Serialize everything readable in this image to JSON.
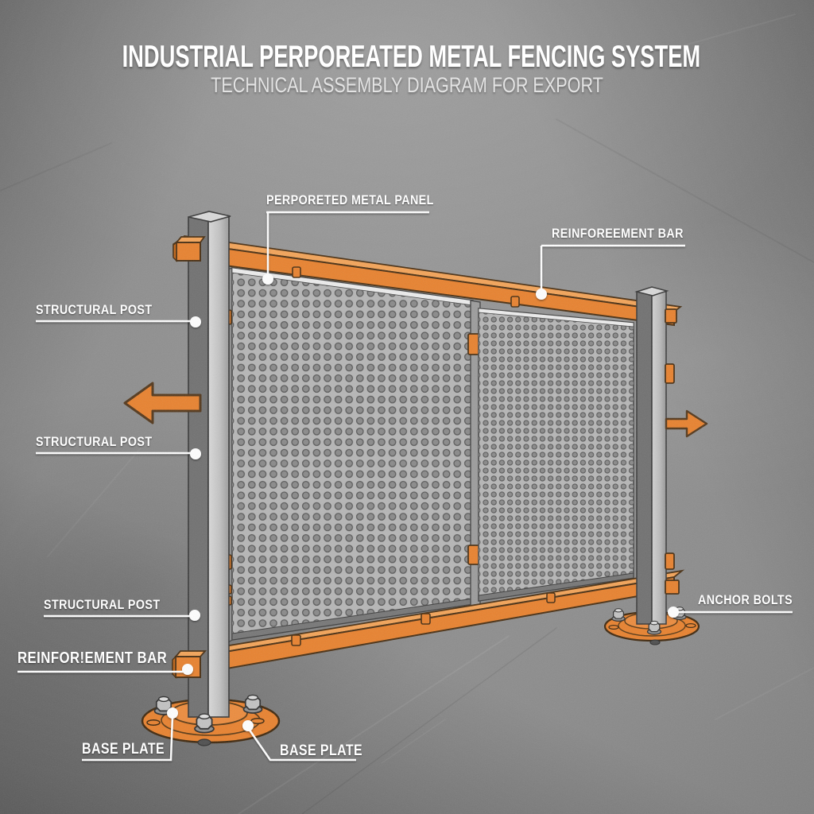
{
  "header": {
    "title": "INDUSTRIAL PERPOREATED METAL FENCING SYSTEM",
    "subtitle": "TECHNICAL ASSEMBLY DIAGRAM FOR EXPORT"
  },
  "callouts": {
    "perforated_panel": "PERPORETED METAL PANEL",
    "reinforcement_bar_top": "REINFOREEMENT BAR",
    "structural_post_upper": "STRUCTURAL POST",
    "structural_post_middle": "STRUCTURAL POST",
    "structural_post_lower": "STRUCTURAL POST",
    "reinforcement_bar_left": "REINFOR!EMENT BAR",
    "anchor_bolts": "ANCHOR BOLTS",
    "base_plate_left": "BASE PLATE",
    "base_plate_right": "BASE PLATE"
  },
  "colors": {
    "accent_orange": "#E8822F",
    "accent_orange_light": "#F3A459",
    "outline_brown": "#4A3014",
    "panel_gray": "#B6B6B6",
    "post_gray_dark": "#717171",
    "post_gray_light": "#C9C9C9",
    "background_concrete": "#8A8A8A",
    "label_text": "#FFFFFF"
  },
  "icons": {
    "flow_arrow_left": "arrow-left",
    "flow_arrow_right": "arrow-right"
  }
}
